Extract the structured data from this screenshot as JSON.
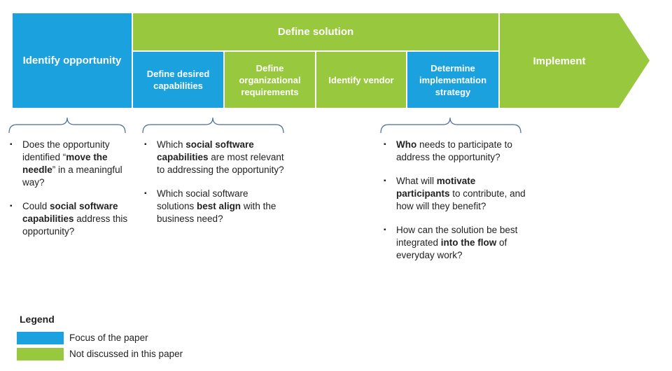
{
  "stages": {
    "identify": "Identify opportunity",
    "define_solution": "Define solution",
    "sub1": "Define desired capabilities",
    "sub2": "Define organizational requirements",
    "sub3": "Identify vendor",
    "sub4": "Determine implementation strategy",
    "implement": "Implement"
  },
  "col1": [
    {
      "segments": [
        {
          "t": "Does the opportunity identified “",
          "b": false
        },
        {
          "t": "move the needle",
          "b": true
        },
        {
          "t": "” in a meaningful way?",
          "b": false
        }
      ]
    },
    {
      "segments": [
        {
          "t": "Could ",
          "b": false
        },
        {
          "t": "social software capabilities",
          "b": true
        },
        {
          "t": " address this opportunity?",
          "b": false
        }
      ]
    }
  ],
  "col2": [
    {
      "segments": [
        {
          "t": "Which ",
          "b": false
        },
        {
          "t": "social software capabilities",
          "b": true
        },
        {
          "t": " are most relevant to addressing the opportunity?",
          "b": false
        }
      ]
    },
    {
      "segments": [
        {
          "t": "Which social software solutions ",
          "b": false
        },
        {
          "t": "best align",
          "b": true
        },
        {
          "t": " with the business need?",
          "b": false
        }
      ]
    }
  ],
  "col3": [
    {
      "segments": [
        {
          "t": "Who",
          "b": true
        },
        {
          "t": " needs to participate to address the opportunity?",
          "b": false
        }
      ]
    },
    {
      "segments": [
        {
          "t": "What will ",
          "b": false
        },
        {
          "t": "motivate participants",
          "b": true
        },
        {
          "t": " to contribute, and how will they benefit?",
          "b": false
        }
      ]
    },
    {
      "segments": [
        {
          "t": "How can the solution be best integrated ",
          "b": false
        },
        {
          "t": "into the flow",
          "b": true
        },
        {
          "t": " of everyday work?",
          "b": false
        }
      ]
    }
  ],
  "legend": {
    "title": "Legend",
    "items": [
      {
        "label": "Focus of the paper",
        "color": "#1ba1de"
      },
      {
        "label": "Not discussed in this paper",
        "color": "#97c83d"
      }
    ]
  },
  "colors": {
    "focus": "#1ba1de",
    "not_discussed": "#97c83d"
  }
}
